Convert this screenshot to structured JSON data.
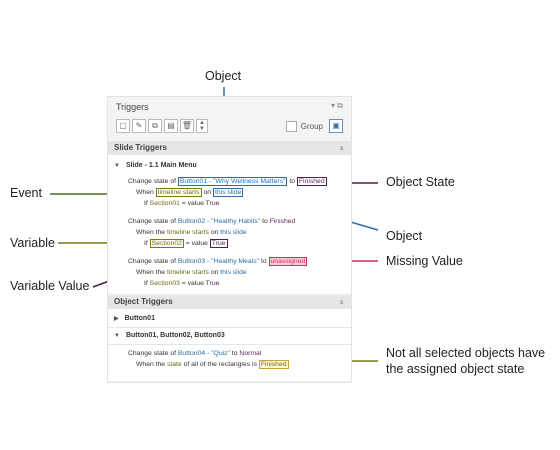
{
  "callouts": {
    "object_top": "Object",
    "event": "Event",
    "object_state": "Object State",
    "object_mid": "Object",
    "variable": "Variable",
    "missing_value": "Missing Value",
    "variable_value": "Variable Value",
    "not_all": "Not all selected objects have the assigned object state"
  },
  "panel": {
    "title": "Triggers",
    "group_label": "Group",
    "slide_triggers_header": "Slide Triggers",
    "slide_name": "Slide - 1.1 Main Menu",
    "triggers": [
      {
        "action": "Change state of",
        "object": "Button01 - \"Why Wellness Matters\"",
        "to": "to",
        "state": "Finished",
        "when": "When",
        "event": "timeline starts",
        "on": "on",
        "target": "this slide",
        "if": "If",
        "variable": "Section01",
        "eq": "= value",
        "value": "True"
      },
      {
        "action": "Change state of",
        "object": "Button02 - \"Healthy Habits\"",
        "to": "to",
        "state": "Finished",
        "when": "When the",
        "event": "timeline starts",
        "on": "on",
        "target": "this slide",
        "if": "If",
        "variable": "Section02",
        "eq": "= value",
        "value": "True"
      },
      {
        "action": "Change state of",
        "object": "Button03 - \"Healthy Meals\"",
        "to": "to",
        "state": "unassigned",
        "when": "When the",
        "event": "timeline starts",
        "on": "on",
        "target": "this slide",
        "if": "If",
        "variable": "Section03",
        "eq": "= value",
        "value": "True"
      }
    ],
    "object_triggers_header": "Object Triggers",
    "object_items": [
      "Button01",
      "Button01, Button02, Button03"
    ],
    "object_trigger": {
      "action": "Change state of",
      "object": "Button04 - \"Quiz\"",
      "to": "to",
      "state": "Normal",
      "when": "When the",
      "event_word": "state",
      "of_all": "of all of the rectangles is",
      "value": "Finished"
    }
  },
  "colors": {
    "object_blue": "#2c6ea5",
    "state_purple": "#4a1f4a",
    "event_olive": "#6b6b12",
    "missing_red": "#c8325a"
  }
}
